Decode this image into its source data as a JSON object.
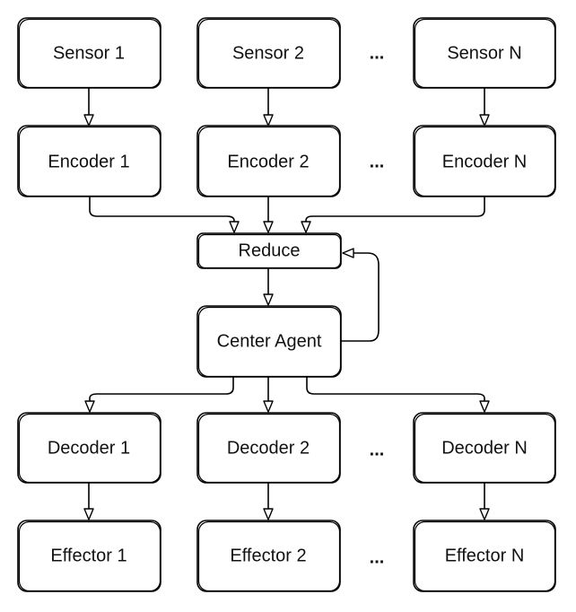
{
  "nodes": {
    "sensor_1": "Sensor 1",
    "sensor_2": "Sensor 2",
    "sensor_n": "Sensor N",
    "encoder_1": "Encoder 1",
    "encoder_2": "Encoder 2",
    "encoder_n": "Encoder N",
    "reduce": "Reduce",
    "center_agent": "Center Agent",
    "decoder_1": "Decoder 1",
    "decoder_2": "Decoder 2",
    "decoder_n": "Decoder N",
    "effector_1": "Effector 1",
    "effector_2": "Effector 2",
    "effector_n": "Effector N"
  },
  "ellipsis": "...",
  "edges": [
    {
      "from": "sensor_1",
      "to": "encoder_1"
    },
    {
      "from": "sensor_2",
      "to": "encoder_2"
    },
    {
      "from": "sensor_n",
      "to": "encoder_n"
    },
    {
      "from": "encoder_1",
      "to": "reduce"
    },
    {
      "from": "encoder_2",
      "to": "reduce"
    },
    {
      "from": "encoder_n",
      "to": "reduce"
    },
    {
      "from": "reduce",
      "to": "center_agent"
    },
    {
      "from": "center_agent",
      "to": "reduce"
    },
    {
      "from": "center_agent",
      "to": "decoder_1"
    },
    {
      "from": "center_agent",
      "to": "decoder_2"
    },
    {
      "from": "center_agent",
      "to": "decoder_n"
    },
    {
      "from": "decoder_1",
      "to": "effector_1"
    },
    {
      "from": "decoder_2",
      "to": "effector_2"
    },
    {
      "from": "decoder_n",
      "to": "effector_n"
    }
  ]
}
